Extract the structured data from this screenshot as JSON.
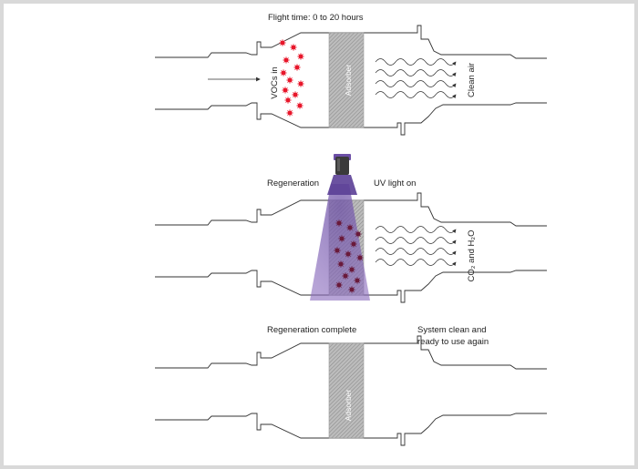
{
  "panels": {
    "flight": {
      "title": "Flight time: 0 to 20 hours",
      "inlet_label": "VOCs in",
      "absorber_label": "Adsorber",
      "outlet_label": "Clean air"
    },
    "regeneration": {
      "title": "Regeneration",
      "uv_label": "UV light on",
      "outlet_label": "CO₂ and H₂O"
    },
    "complete": {
      "title": "Regeneration complete",
      "status_line1": "System clean and",
      "status_line2": "ready to use again",
      "absorber_label": "Adsorber"
    }
  },
  "colors": {
    "voc_particle": "#e8182c",
    "uv_beam": "#8a6bbd",
    "uv_lamp": "#3a3a3a",
    "absorber_hatch": "#9a9a9a",
    "outline": "#333333"
  }
}
